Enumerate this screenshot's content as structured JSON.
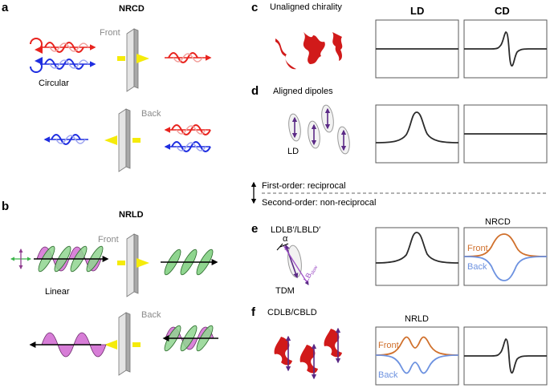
{
  "colors": {
    "red": "#e8231e",
    "blue": "#1f2ee0",
    "yellow": "#f5eb0a",
    "green": "#8fd58f",
    "magenta": "#c64fc6",
    "purple": "#5b2a86",
    "orange": "#d0702c",
    "lightblue": "#6d92e0",
    "plate": "#c9c9c9",
    "trace": "#2b2b2b"
  },
  "panels": {
    "a": {
      "letter": "a",
      "title": "NRCD",
      "front": "Front",
      "back": "Back",
      "circular": "Circular"
    },
    "b": {
      "letter": "b",
      "title": "NRLD",
      "front": "Front",
      "back": "Back",
      "linear": "Linear"
    },
    "c": {
      "letter": "c",
      "title": "Unaligned chirality"
    },
    "d": {
      "letter": "d",
      "title": "Aligned dipoles",
      "ld": "LD"
    },
    "e": {
      "letter": "e",
      "title": "LDLB′/LBLD′",
      "alpha": "α",
      "tdm": "TDM",
      "lb": "LB",
      "lb_sub": "slow",
      "plot_title": "NRCD",
      "front": "Front",
      "back": "Back"
    },
    "f": {
      "letter": "f",
      "title": "CDLB/CBLD",
      "plot_title": "NRLD",
      "front": "Front",
      "back": "Back"
    }
  },
  "columns": {
    "ld": "LD",
    "cd": "CD"
  },
  "order": {
    "first": "First-order: reciprocal",
    "second": "Second-order: non-reciprocal"
  }
}
